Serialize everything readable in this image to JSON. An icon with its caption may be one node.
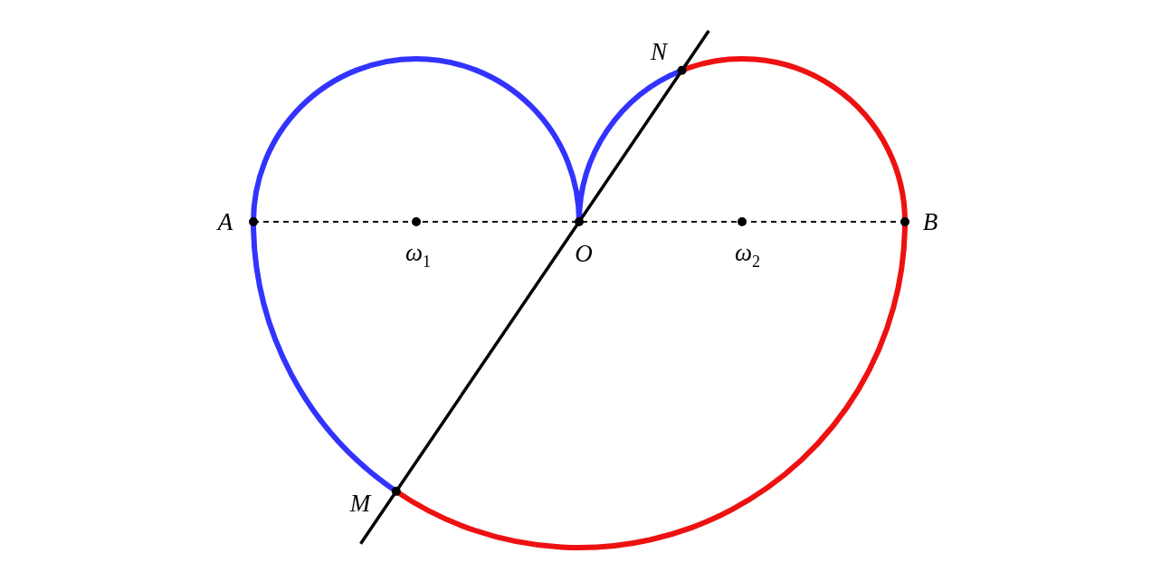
{
  "diagram": {
    "labels": [
      "N",
      "A",
      "B",
      "ω$_{1}$",
      "O",
      "ω$_{2}$",
      "M"
    ]
  }
}
